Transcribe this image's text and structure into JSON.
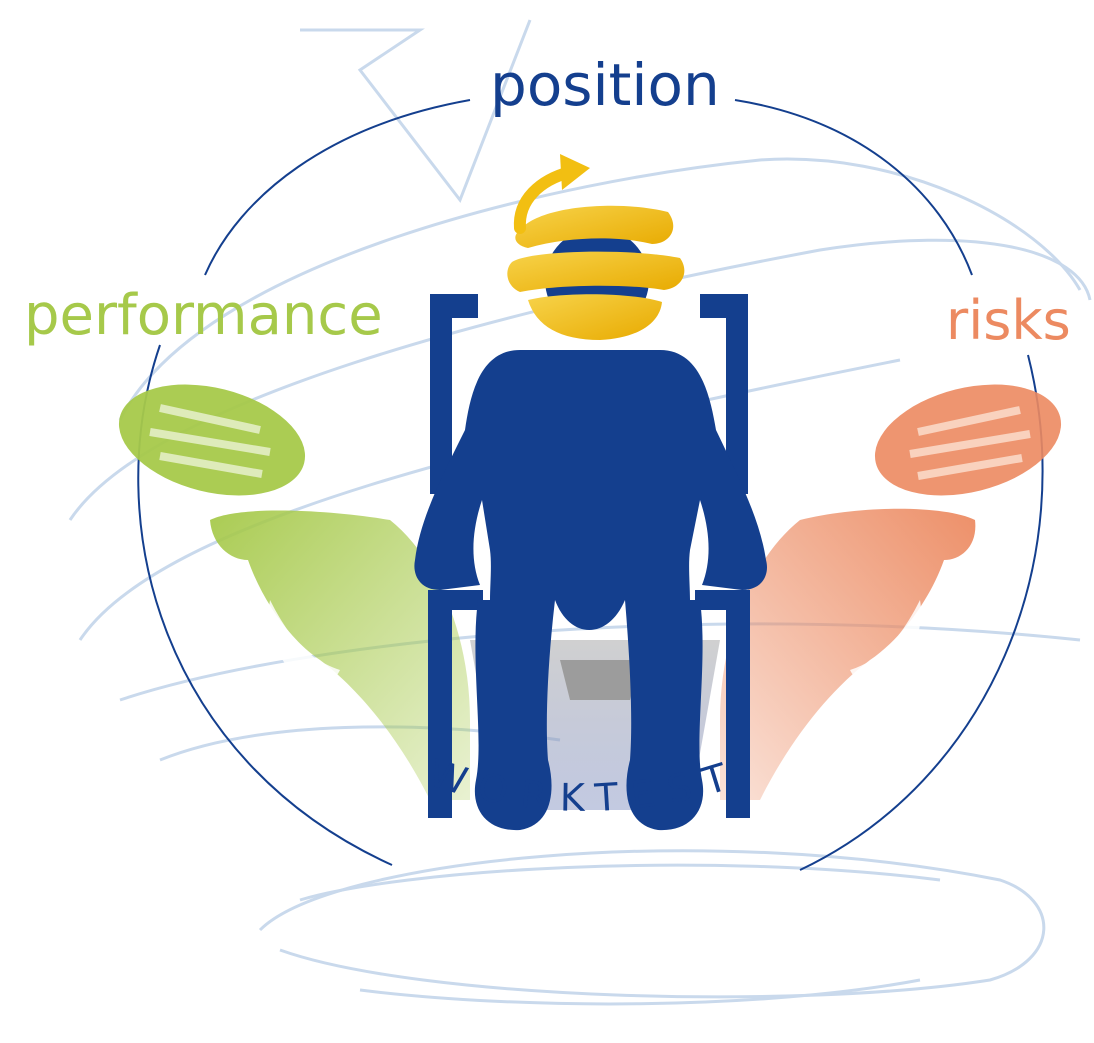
{
  "labels": {
    "position": "position",
    "performance": "performance",
    "risks": "risks",
    "brand": "WORKTEST"
  },
  "colors": {
    "navy": "#143f8e",
    "green": "#a6c94a",
    "orange": "#ec8a61",
    "gold": "#f2bf12",
    "watermark": "#c9d9ec",
    "gray": "#a9a9a9"
  }
}
